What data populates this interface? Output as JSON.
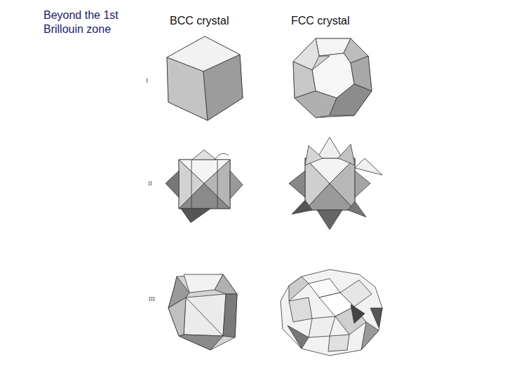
{
  "diagram": {
    "title": "Beyond the 1st Brillouin zone",
    "labels": [
      "BCC crystal",
      "FCC crystal",
      "I",
      "II",
      "III"
    ]
  }
}
